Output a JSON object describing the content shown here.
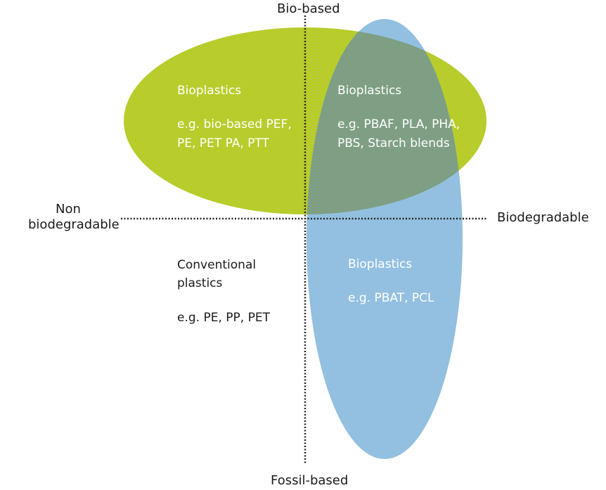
{
  "axes": {
    "top": "Bio-based",
    "bottom": "Fossil-based",
    "left_line1": "Non",
    "left_line2": "biodegradable",
    "right": "Biodegradable"
  },
  "quadrants": {
    "top_left": {
      "title": "Bioplastics",
      "example_line1": "e.g. bio-based PEF,",
      "example_line2": "PE, PET PA, PTT"
    },
    "top_right": {
      "title": "Bioplastics",
      "example_line1": "e.g. PBAF, PLA, PHA,",
      "example_line2": "PBS, Starch blends"
    },
    "bottom_left": {
      "title_line1": "Conventional",
      "title_line2": "plastics",
      "example": "e.g. PE, PP,  PET"
    },
    "bottom_right": {
      "title": "Bioplastics",
      "example": "e.g. PBAT, PCL"
    }
  },
  "colors": {
    "green_ellipse": "#b8cc2c",
    "blue_ellipse": "#93c0e0",
    "overlap": "#7e9f84",
    "axis_line": "#222222"
  }
}
